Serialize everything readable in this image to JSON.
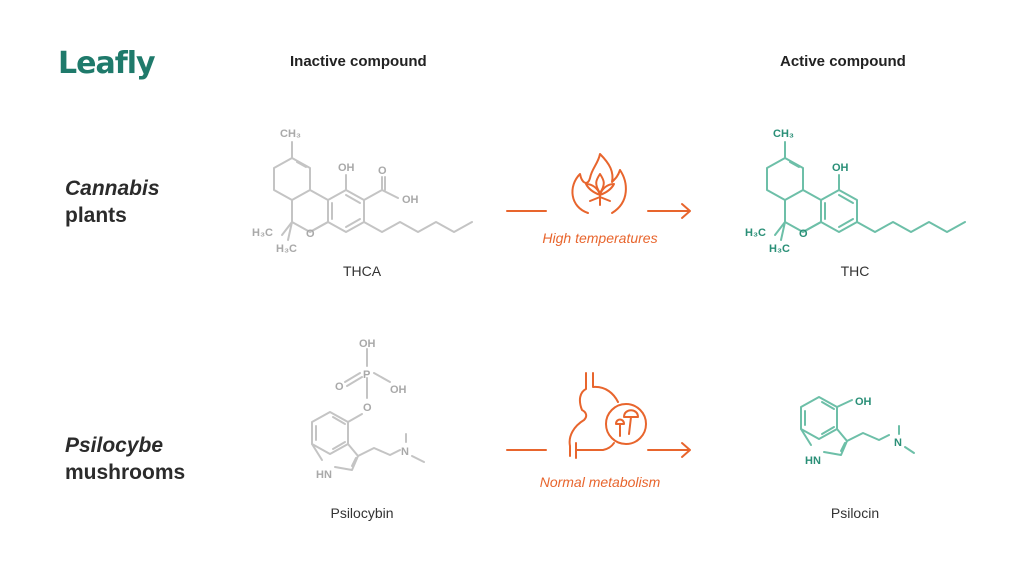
{
  "brand": {
    "logo_text": "Leafly",
    "color": "#1f7a6b"
  },
  "columns": {
    "inactive": "Inactive compound",
    "active": "Active compound"
  },
  "rows": [
    {
      "label_italic": "Cannabis",
      "label_regular": "plants",
      "inactive_compound": "THCA",
      "active_compound": "THC",
      "process": "High temperatures",
      "process_icon": "flame-cannabis-leaf-icon"
    },
    {
      "label_italic": "Psilocybe",
      "label_regular": "mushrooms",
      "inactive_compound": "Psilocybin",
      "active_compound": "Psilocin",
      "process": "Normal metabolism",
      "process_icon": "stomach-mushroom-icon"
    }
  ],
  "atoms": {
    "ch3": "CH₃",
    "h3c": "H₃C",
    "oh": "OH",
    "o": "O",
    "p": "P",
    "n": "N",
    "hn": "HN"
  },
  "colors": {
    "inactive": "#c4c4c4",
    "active": "#6dbfa8",
    "process": "#e8652d",
    "text": "#2b2b2b"
  }
}
